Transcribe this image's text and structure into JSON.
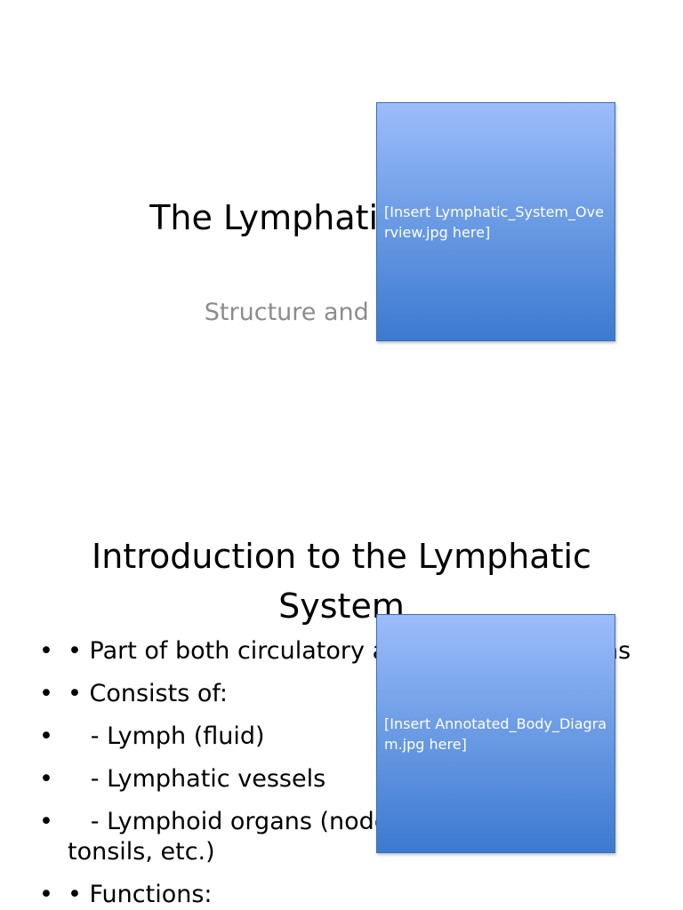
{
  "slide1": {
    "title": "The Lymphatic System",
    "subtitle": "Structure and Function",
    "image_placeholder": "[Insert Lymphatic_System_Overview.jpg here]"
  },
  "slide2": {
    "title": "Introduction to the Lymphatic System",
    "bullet_marker": "•",
    "bullets": [
      "• Part of both circulatory and immune systems",
      "• Consists of:",
      "   - Lymph (fluid)",
      "   - Lymphatic vessels",
      "   - Lymphoid organs (nodes, spleen, thymus, tonsils, etc.)",
      "• Functions:"
    ],
    "image_placeholder": "[Insert Annotated_Body_Diagram.jpg here]"
  }
}
